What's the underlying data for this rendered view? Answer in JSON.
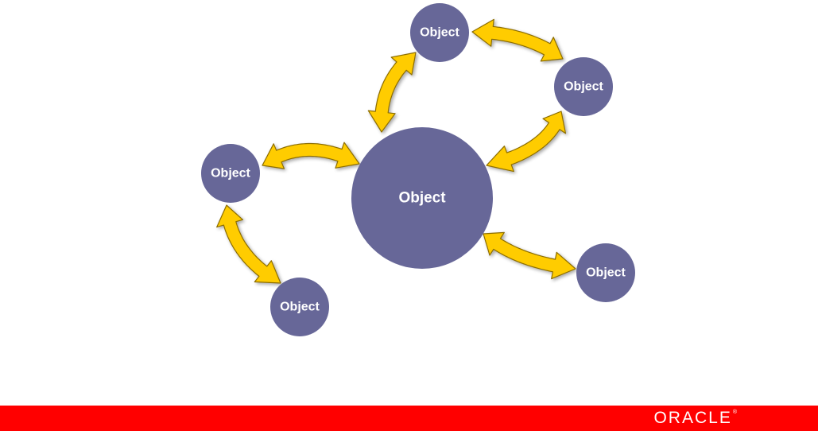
{
  "diagram": {
    "nodes": [
      {
        "id": "center",
        "label": "Object"
      },
      {
        "id": "top",
        "label": "Object"
      },
      {
        "id": "top-right",
        "label": "Object"
      },
      {
        "id": "left",
        "label": "Object"
      },
      {
        "id": "bottom-left",
        "label": "Object"
      },
      {
        "id": "right",
        "label": "Object"
      }
    ],
    "edges": [
      {
        "from": "top",
        "to": "top-right",
        "direction": "both"
      },
      {
        "from": "top",
        "to": "center",
        "direction": "both"
      },
      {
        "from": "top-right",
        "to": "center",
        "direction": "both"
      },
      {
        "from": "left",
        "to": "center",
        "direction": "both"
      },
      {
        "from": "left",
        "to": "bottom-left",
        "direction": "both"
      },
      {
        "from": "center",
        "to": "right",
        "direction": "both"
      }
    ]
  },
  "footer": {
    "brand": "ORACLE",
    "registered_mark": "®"
  },
  "colors": {
    "node_fill": "#676798",
    "arrow_fill": "#ffcc00",
    "arrow_stroke": "#8c6d00",
    "footer_bar": "#ff0000",
    "footer_text": "#ffffff"
  },
  "icons": {
    "arrow": "double-headed-arrow"
  }
}
